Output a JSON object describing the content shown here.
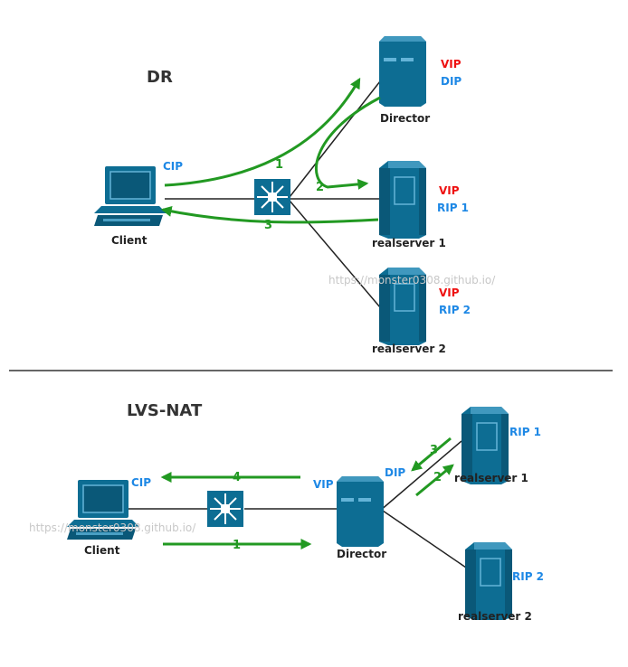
{
  "colors": {
    "device": "#0d6d93",
    "device_dark": "#0a5878",
    "device_light": "#4aa0c5",
    "line": "#222222",
    "arrow": "#229922",
    "vip": "#ee1111",
    "ip": "#1e88e5",
    "divider": "#333333",
    "watermark": "#c8c8c8"
  },
  "icons": {
    "client": "desktop-computer-icon",
    "server": "server-tower-icon",
    "switch": "network-switch-icon"
  },
  "dr": {
    "title": "DR",
    "client_label": "Client",
    "client_ip": "CIP",
    "director_label": "Director",
    "director_vip": "VIP",
    "director_dip": "DIP",
    "rs1_label": "realserver 1",
    "rs1_vip": "VIP",
    "rs1_rip": "RIP 1",
    "rs2_label": "realserver 2",
    "rs2_vip": "VIP",
    "rs2_rip": "RIP 2",
    "steps": [
      "1",
      "2",
      "3"
    ],
    "watermark": "https://monster0308.github.io/"
  },
  "nat": {
    "title": "LVS-NAT",
    "client_label": "Client",
    "client_ip": "CIP",
    "director_label": "Director",
    "director_vip": "VIP",
    "director_dip": "DIP",
    "rs1_label": "realserver 1",
    "rs1_rip": "RIP 1",
    "rs2_label": "realserver 2",
    "rs2_rip": "RIP 2",
    "steps": [
      "1",
      "2",
      "3",
      "4"
    ],
    "watermark": "https://monster0308.github.io/"
  }
}
